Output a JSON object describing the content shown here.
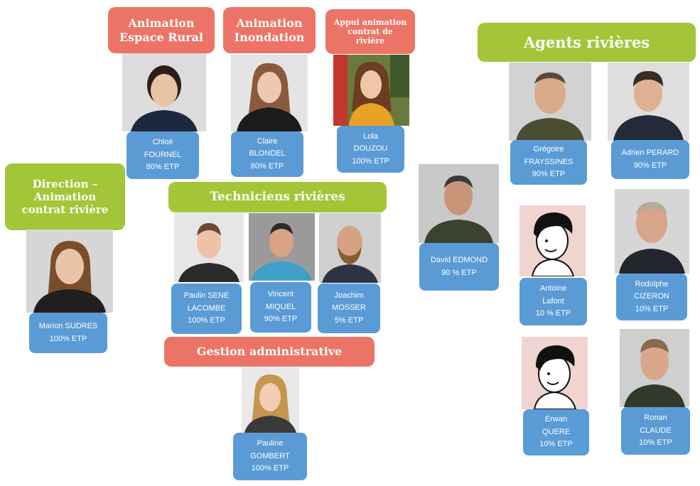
{
  "headers": {
    "espace_rural": "Animation\nEspace Rural",
    "inondation": "Animation\nInondation",
    "appui": "Appui animation\ncontrat de\nrivière",
    "agents": "Agents rivières",
    "direction": "Direction –\nAnimation\ncontrat rivière",
    "techniciens": "Techniciens rivières",
    "gestion": "Gestion administrative"
  },
  "people": {
    "chloe": {
      "name": "Chloé\nFOURNEL",
      "etp": "80% ETP",
      "icon": "woman-portrait-icon"
    },
    "claire": {
      "name": "Claire\nBLONDEL",
      "etp": "80% ETP",
      "icon": "woman-portrait-icon"
    },
    "lola": {
      "name": "Lola\nDOUZOU",
      "etp": "100% ETP",
      "icon": "woman-portrait-icon"
    },
    "gregoire": {
      "name": "Grégoire\nFRAYSSINES",
      "etp": "90% ETP",
      "icon": "man-portrait-icon"
    },
    "adrien": {
      "name": "Adrien PERARD",
      "etp": "90% ETP",
      "icon": "man-portrait-icon"
    },
    "marion": {
      "name": "Marion SUDRES",
      "etp": "100% ETP",
      "icon": "woman-portrait-icon"
    },
    "paulin": {
      "name": "Paulin SENE\nLACOMBE",
      "etp": "100% ETP",
      "icon": "man-portrait-icon"
    },
    "vincent": {
      "name": "Vincent\nMIQUEL",
      "etp": "90% ETP",
      "icon": "man-portrait-icon"
    },
    "joachim": {
      "name": "Joachim\nMOSSER",
      "etp": "5% ETP",
      "icon": "man-portrait-icon"
    },
    "david": {
      "name": "David EDMOND",
      "etp": "90 % ETP",
      "icon": "man-portrait-icon"
    },
    "antoine": {
      "name": "Antoine\nLafont",
      "etp": "10 % ETP",
      "icon": "cartoon-avatar-icon"
    },
    "rodolphe": {
      "name": "Rodolphe\nCIZERON",
      "etp": "10% ETP",
      "icon": "man-portrait-icon"
    },
    "pauline": {
      "name": "Pauline\nGOMBERT",
      "etp": "100% ETP",
      "icon": "woman-portrait-icon"
    },
    "erwan": {
      "name": "Erwan\nQUERE",
      "etp": "10% ETP",
      "icon": "cartoon-avatar-icon"
    },
    "ronan": {
      "name": "Ronan\nCLAUDE",
      "etp": "10% ETP",
      "icon": "man-portrait-icon"
    }
  }
}
